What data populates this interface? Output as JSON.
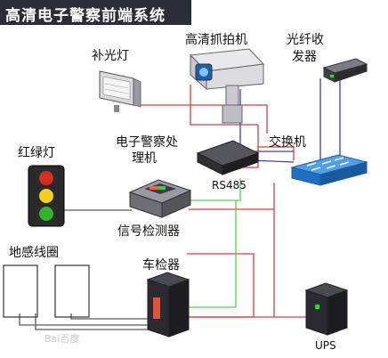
{
  "title": "高清电子警察前端系统",
  "labels": {
    "hd_camera": "高清抓拍机",
    "fill_light": "补光灯",
    "fiber_transceiver": [
      "光纤收",
      "发器"
    ],
    "traffic_light": "红绿灯",
    "processor": [
      "电子警察处",
      "理机"
    ],
    "switch": "交换机",
    "rs485": "RS485",
    "signal_detector": "信号检测器",
    "loop_coils": "地感线圈",
    "vehicle_detector": "车检器",
    "ups": "UPS",
    "watermark": "Bai百度"
  },
  "colors": {
    "title_bg": "#2a2d35",
    "power_line": "#e23b3b",
    "signal_line": "#3a3adf",
    "rs485_line": "#4fd34f",
    "cable": "#5a5a5a",
    "switch_body": "#2f83d6",
    "traffic_red": "#d62d1f",
    "traffic_yellow": "#f0d21c",
    "traffic_green": "#2fb52f"
  },
  "icons": [
    "fill-light-icon",
    "hd-camera-icon",
    "fiber-transceiver-icon",
    "traffic-light-icon",
    "processor-icon",
    "switch-icon",
    "signal-detector-icon",
    "loop-coil-icon",
    "vehicle-detector-icon",
    "ups-icon"
  ]
}
